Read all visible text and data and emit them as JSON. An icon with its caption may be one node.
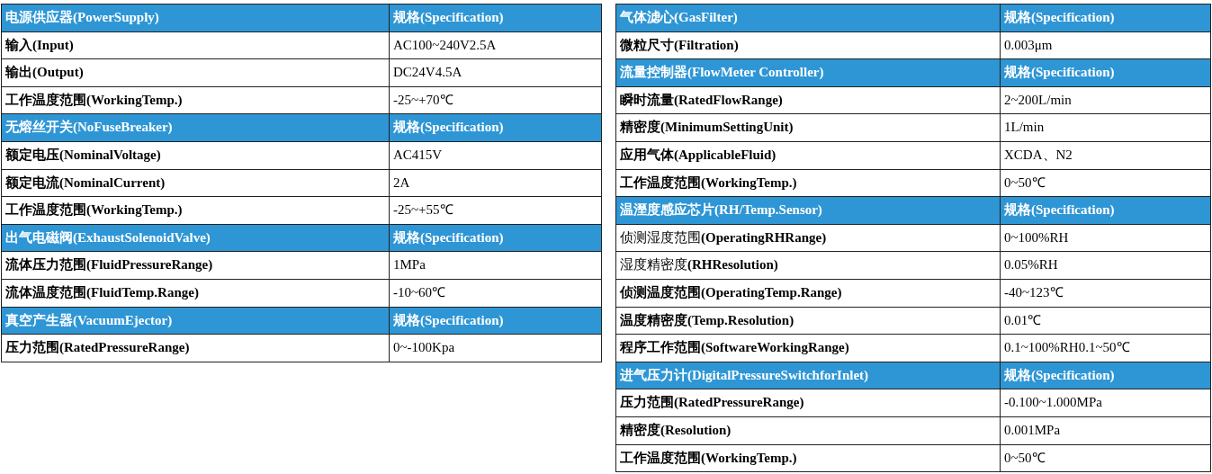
{
  "diagram": {
    "labels": [
      "电源供应器(PowerSupply)",
      "规格(Specification)",
      "输入(Input)",
      "AC100~240V2.5A",
      "输出(Output)",
      "DC24V4.5A",
      "工作温度范围(WorkingTemp.)",
      "-25~+70℃",
      "无熔丝开关(NoFuseBreaker)",
      "规格(Specification)",
      "额定电压(NominalVoltage)",
      "AC415V",
      "额定电流(NominalCurrent)",
      "2A",
      "工作温度范围(WorkingTemp.)",
      "-25~+55℃",
      "出气电磁阀(ExhaustSolenoidValve)",
      "规格(Specification)",
      "流体压力范围(FluidPressureRange)",
      "1MPa",
      "流体温度范围(FluidTemp.Range)",
      "-10~60℃",
      "真空产生器(VacuumEjector)",
      "规格(Specification)",
      "压力范围(RatedPressureRange)",
      "0~-100Kpa",
      "气体滤心(GasFilter)",
      "规格(Specification)",
      "微粒尺寸(Filtration)",
      "0.003μm",
      "流量控制器(FlowMeter Controller)",
      "规格(Specification)",
      "瞬时流量(RatedFlowRange)",
      "2~200L/min",
      "精密度(MinimumSettingUnit)",
      "1L/min",
      "应用气体(ApplicableFluid)",
      "XCDA、N2",
      "工作温度范围(WorkingTemp.)",
      "0~50℃",
      "温溼度感应芯片(RH/Temp.Sensor)",
      "规格(Specification)",
      "侦测湿度范围**(OperatingRHRange)**",
      "0~100%RH",
      "湿度精密度**(RHResolution)**",
      "0.05%RH",
      "侦测温度范围(OperatingTemp.Range)",
      "-40~123℃",
      "温度精密度(Temp.Resolution)",
      "0.01℃",
      "程序工作范围(SoftwareWorkingRange)",
      "0.1~100%RH0.1~50℃",
      "进气压力计(DigitalPressureSwitchforInlet)",
      "规格(Specification)",
      "压力范围(RatedPressureRange)",
      "-0.100~1.000MPa",
      "精密度(Resolution)",
      "0.001MPa",
      "工作温度范围(WorkingTemp.)",
      "0~50℃"
    ]
  }
}
